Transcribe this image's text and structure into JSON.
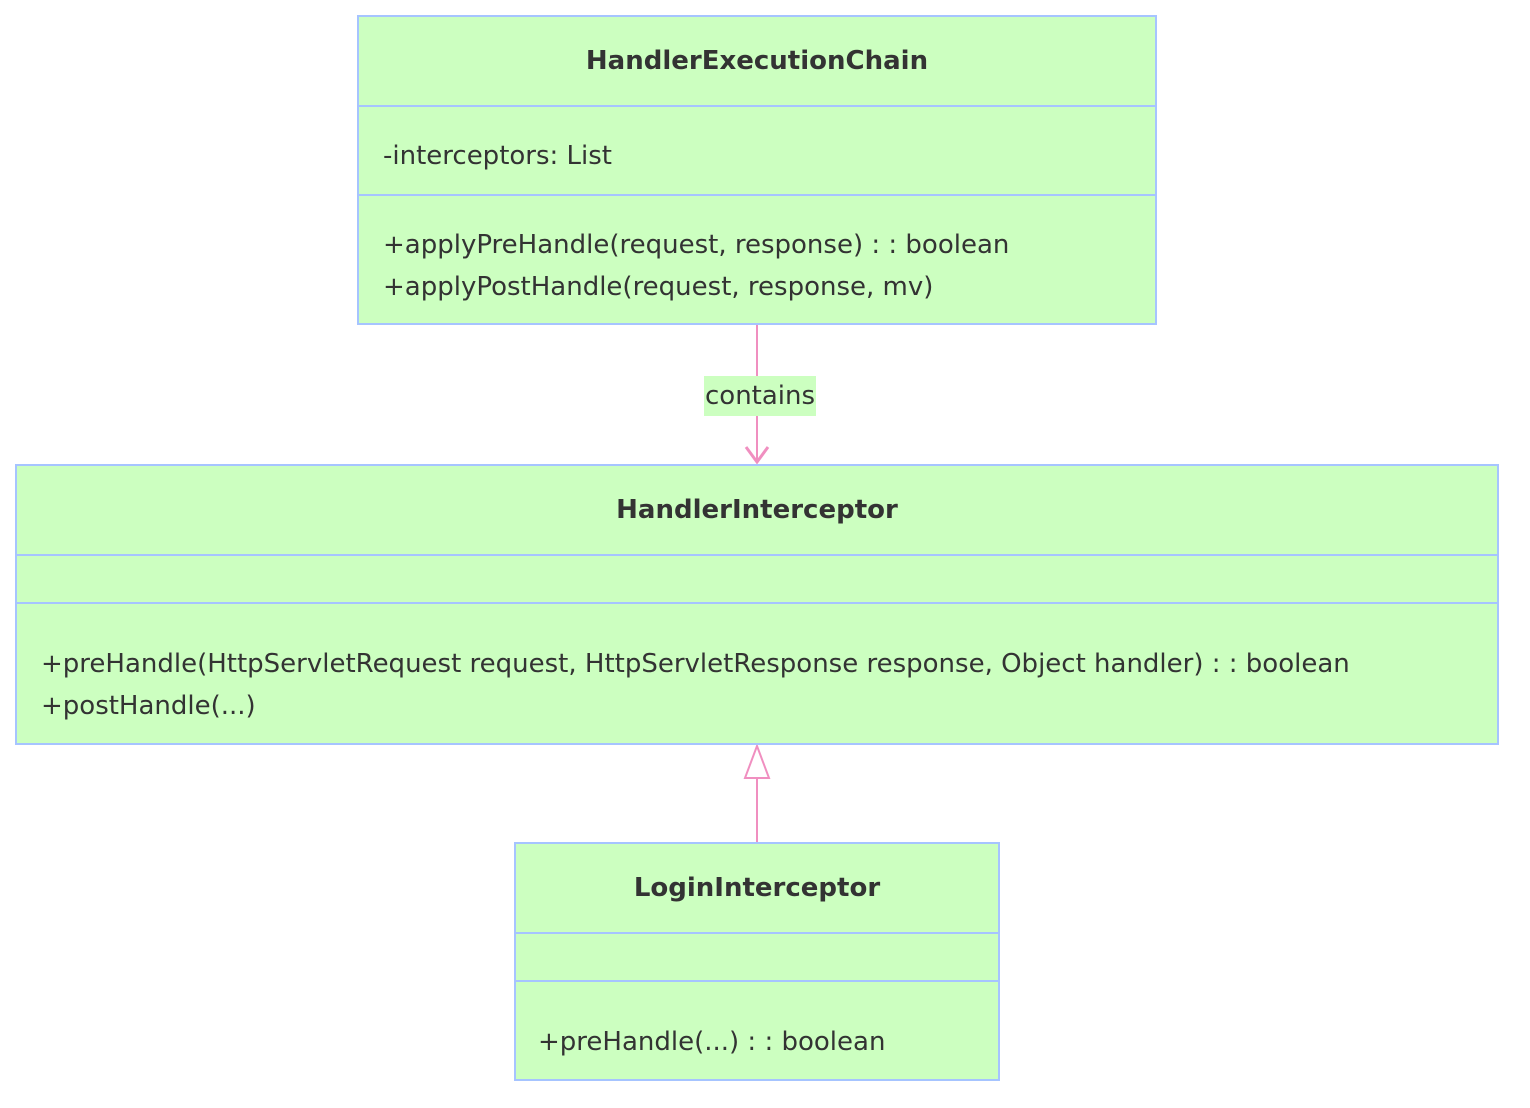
{
  "classes": {
    "handler_execution_chain": {
      "name": "HandlerExecutionChain",
      "attributes": [
        "-interceptors: List"
      ],
      "methods": [
        "+applyPreHandle(request, response) : : boolean",
        "+applyPostHandle(request, response, mv)"
      ]
    },
    "handler_interceptor": {
      "name": "HandlerInterceptor",
      "attributes": [],
      "methods": [
        "+preHandle(HttpServletRequest request, HttpServletResponse response, Object handler) : : boolean",
        "+postHandle(...)"
      ]
    },
    "login_interceptor": {
      "name": "LoginInterceptor",
      "attributes": [],
      "methods": [
        "+preHandle(...) : : boolean"
      ]
    }
  },
  "relations": [
    {
      "from": "HandlerExecutionChain",
      "to": "HandlerInterceptor",
      "type": "association",
      "label": "contains"
    },
    {
      "from": "LoginInterceptor",
      "to": "HandlerInterceptor",
      "type": "realization",
      "label": ""
    }
  ],
  "colors": {
    "box_fill": "#ccffc0",
    "box_border": "#a6c4ff",
    "edge": "#f08fc0",
    "text": "#333333"
  }
}
